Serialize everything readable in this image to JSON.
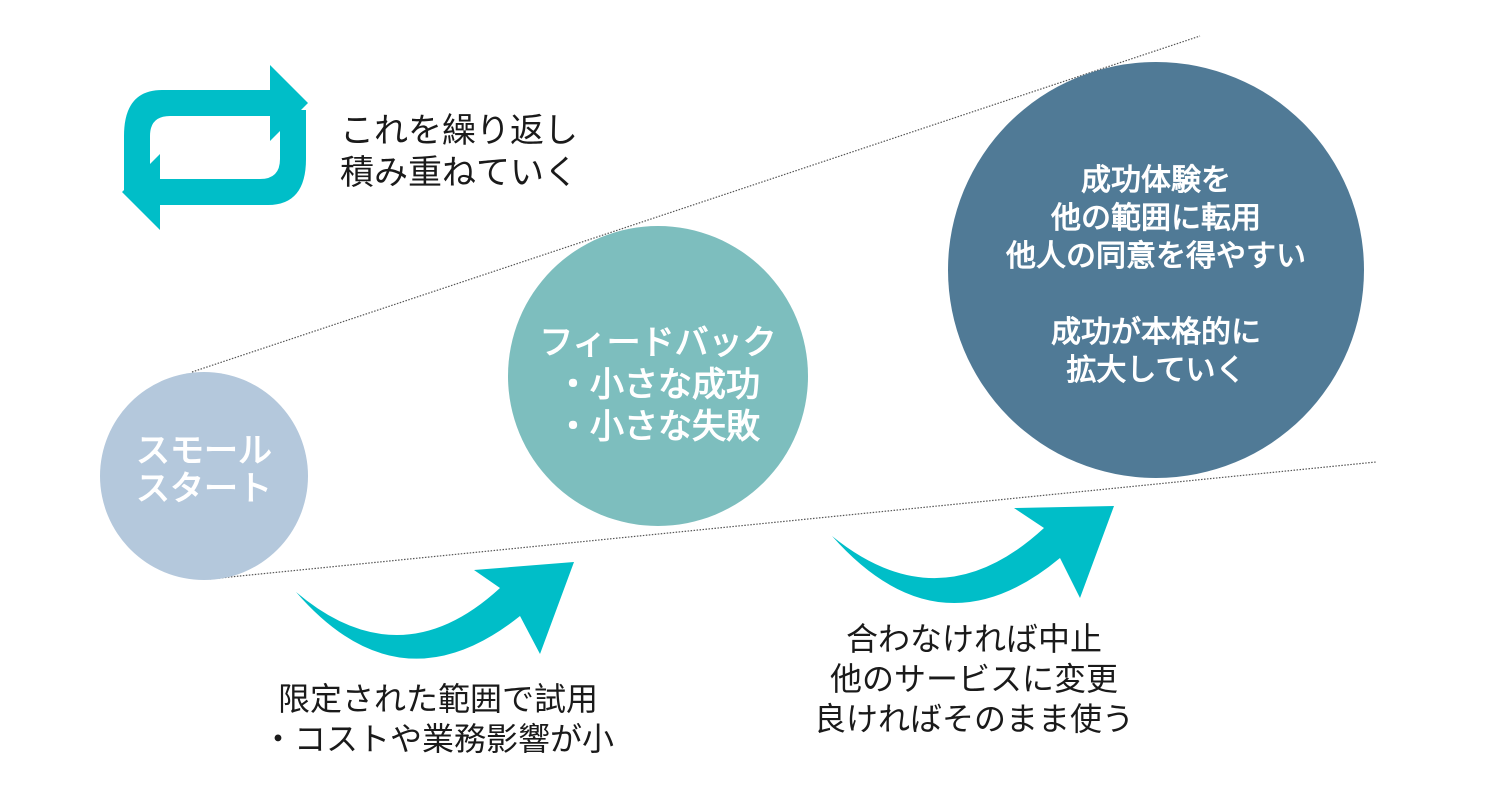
{
  "colors": {
    "accent": "#00BEC8",
    "small_start": "#B4C8DC",
    "feedback": "#7DBEBE",
    "expand": "#507A96",
    "circle_text": "#ffffff",
    "text": "#1a1a1a",
    "guide_line": "#555555"
  },
  "repeat": {
    "icon": "repeat-arrows-icon",
    "lines": [
      "これを繰り返し",
      "積み重ねていく"
    ]
  },
  "circles": [
    {
      "id": "small-start",
      "lines": [
        "スモール",
        "スタート"
      ]
    },
    {
      "id": "feedback",
      "lines": [
        "フィードバック",
        "・小さな成功",
        "・小さな失敗"
      ]
    },
    {
      "id": "expand",
      "lines": [
        "成功体験を",
        "他の範囲に転用",
        "他人の同意を得やすい",
        "",
        "成功が本格的に",
        "拡大していく"
      ]
    }
  ],
  "steps": [
    {
      "id": "trial",
      "icon": "curved-arrow-icon",
      "lines": [
        "限定された範囲で試用",
        "・コストや業務影響が小"
      ]
    },
    {
      "id": "decide",
      "icon": "curved-arrow-icon",
      "lines": [
        "合わなければ中止",
        "他のサービスに変更",
        "良ければそのまま使う"
      ]
    }
  ]
}
